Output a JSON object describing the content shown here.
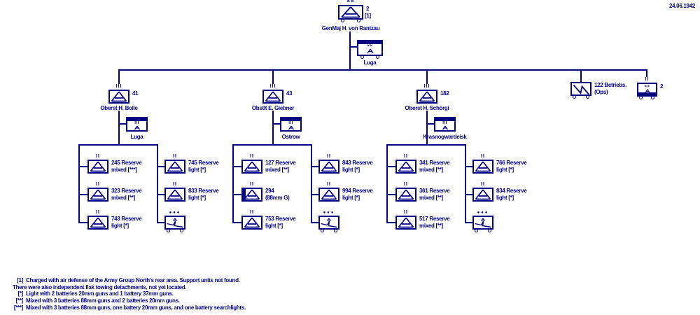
{
  "date": "24.06.1942",
  "colors": {
    "ink": "#000080",
    "background": "#FFFFFF"
  },
  "division": {
    "echelon": "××",
    "number": "2",
    "note": "[1]",
    "commander": "GenMaj H. von Rantzau",
    "hq": {
      "echelon": "××",
      "label": "Luga"
    }
  },
  "battalion_echelon": "II",
  "searchlight_dots": "●●●",
  "regiments": [
    {
      "echelon": "III",
      "number": "41",
      "commander": "Oberst H. Bolle",
      "hq": {
        "echelon": "III",
        "label": "Luga"
      },
      "left": [
        {
          "l1": "245 Reserve",
          "l2": "mixed [***]"
        },
        {
          "l1": "323 Reserve",
          "l2": "mixed [**]"
        },
        {
          "l1": "743 Reserve",
          "l2": "light [*]"
        }
      ],
      "right": [
        {
          "l1": "745 Reserve",
          "l2": "light [*]"
        },
        {
          "l1": "833 Reserve",
          "l2": "light [*]"
        }
      ]
    },
    {
      "echelon": "III",
      "number": "43",
      "commander": "Obstlt E. Giebner",
      "hq": {
        "echelon": "III",
        "label": "Ostrow"
      },
      "left": [
        {
          "l1": "127 Reserve",
          "l2": "mixed [**]"
        },
        {
          "l1": "294",
          "l2": "(88mm G)"
        },
        {
          "l1": "753 Reserve",
          "l2": "light [*]"
        }
      ],
      "right": [
        {
          "l1": "843 Reserve",
          "l2": "light [*]"
        },
        {
          "l1": "994 Reserve",
          "l2": "light [*]"
        }
      ]
    },
    {
      "echelon": "III",
      "number": "182",
      "commander": "Oberst H. Schörgi",
      "hq": {
        "echelon": "III",
        "label": "Krasnogwardeisk"
      },
      "left": [
        {
          "l1": "341 Reserve",
          "l2": "mixed [**]"
        },
        {
          "l1": "361 Reserve",
          "l2": "mixed [**]"
        },
        {
          "l1": "517 Reserve",
          "l2": "mixed [**]"
        }
      ],
      "right": [
        {
          "l1": "766 Reserve",
          "l2": "light [*]"
        },
        {
          "l1": "834 Reserve",
          "l2": "light [*]"
        }
      ]
    }
  ],
  "ops_unit": {
    "l1": "122 Betriebs.",
    "l2": "(Ops)"
  },
  "staff_unit": {
    "echelon": "II",
    "interior": "××",
    "number": "2"
  },
  "footnotes": [
    {
      "ref": "[1]",
      "text": "Charged with air defense of the Army Group North's rear area. Support units not found."
    },
    {
      "ref": "",
      "text": "There were also independent flak towing detachments, not yet located."
    },
    {
      "ref": "[*]",
      "text": "Light with 2 batteries 20mm guns and 1 battery 37mm guns."
    },
    {
      "ref": "[**]",
      "text": "Mixed with 3 batteries 88mm guns and 2 batteries 20mm guns."
    },
    {
      "ref": "[***]",
      "text": "Mixed with 3 batteries 88mm guns, one battery 20mm guns, and one battery searchlights."
    }
  ]
}
